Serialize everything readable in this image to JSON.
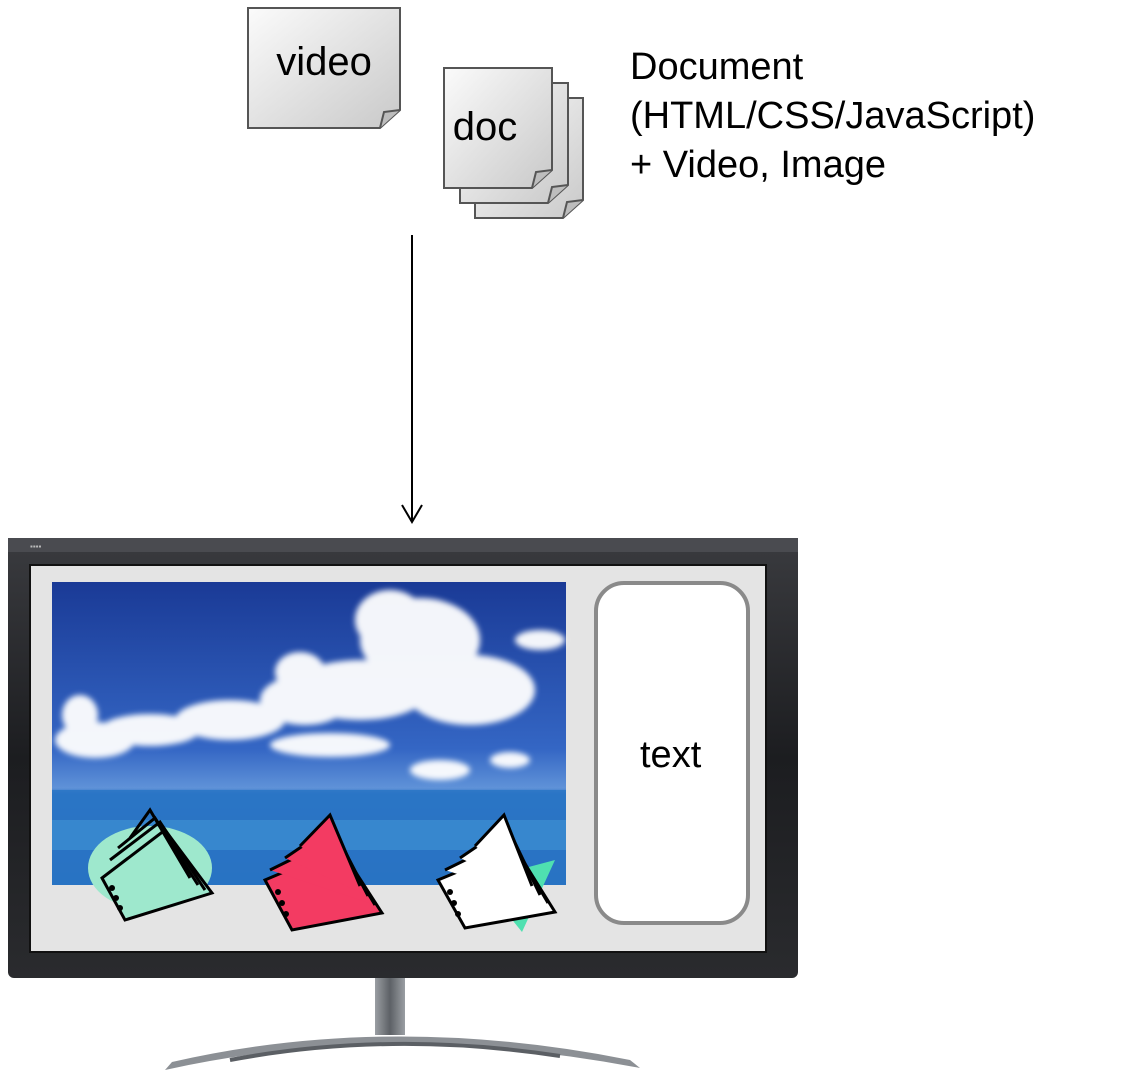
{
  "sources": {
    "video_label": "video",
    "doc_label": "doc"
  },
  "description": {
    "line1": "Document",
    "line2": "(HTML/CSS/JavaScript)",
    "line3": "+ Video, Image"
  },
  "tv": {
    "side_panel_text": "text",
    "tickets": [
      {
        "name": "green",
        "color": "#9ee8cd"
      },
      {
        "name": "red",
        "color": "#f33b62"
      },
      {
        "name": "white",
        "color": "#ffffff"
      }
    ]
  },
  "colors": {
    "tv_frame": "#1e1f22",
    "screen_bg": "#e6e6e6",
    "sky_top": "#1d3e97",
    "sea": "#2d7fc9"
  }
}
